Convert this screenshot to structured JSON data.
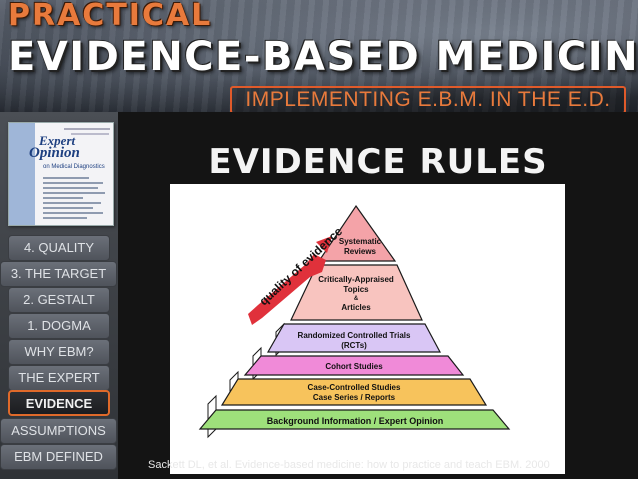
{
  "header": {
    "practical": "PRACTICAL",
    "title": "EVIDENCE-BASED MEDICINE",
    "subtitle": "IMPLEMENTING E.B.M. IN THE E.D."
  },
  "book": {
    "title_line1": "Expert",
    "title_line2": "Opinion",
    "subtitle": "on Medical Diagnostics"
  },
  "sidebar": {
    "items": [
      {
        "label": "4. QUALITY",
        "active": false
      },
      {
        "label": "3. THE TARGET",
        "active": false
      },
      {
        "label": "2. GESTALT",
        "active": false
      },
      {
        "label": "1. DOGMA",
        "active": false
      },
      {
        "label": "WHY EBM?",
        "active": false
      },
      {
        "label": "THE EXPERT",
        "active": false
      },
      {
        "label": "EVIDENCE",
        "active": true
      },
      {
        "label": "ASSUMPTIONS",
        "active": false
      },
      {
        "label": "EBM DEFINED",
        "active": false
      }
    ]
  },
  "content": {
    "title": "EVIDENCE RULES",
    "citation": "Sackett DL, et al. Evidence-based medicine: how to practice and teach EBM. 2000"
  },
  "pyramid": {
    "arrow_label": "quality of evidence",
    "levels": [
      {
        "line1": "Systematic",
        "line2": "Reviews",
        "color": "#f4a3a8"
      },
      {
        "line1": "Critically-Appraised",
        "line2": "Topics",
        "amp": "&",
        "line3": "Articles",
        "color": "#f8c4bf"
      },
      {
        "line1": "Randomized Controlled Trials",
        "line2": "(RCTs)",
        "color": "#d9c6f5"
      },
      {
        "line1": "Cohort Studies",
        "color": "#f08ad8"
      },
      {
        "line1": "Case-Controlled Studies",
        "line2": "Case Series / Reports",
        "color": "#f7c35c"
      },
      {
        "line1": "Background Information / Expert Opinion",
        "color": "#9ee07b"
      }
    ],
    "arrow_color": "#e0313b"
  }
}
